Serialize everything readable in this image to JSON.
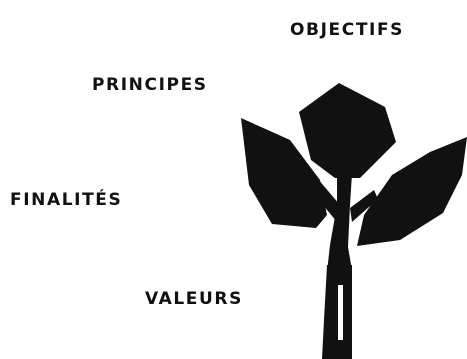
{
  "labels": {
    "objectifs": "OBJECTIFS",
    "principes": "PRINCIPES",
    "finalites": "FINALITÉS",
    "valeurs": "VALEURS"
  },
  "colors": {
    "ink": "#111111",
    "background": "#ffffff"
  },
  "illustration": {
    "icon": "plant-sprout-icon"
  }
}
